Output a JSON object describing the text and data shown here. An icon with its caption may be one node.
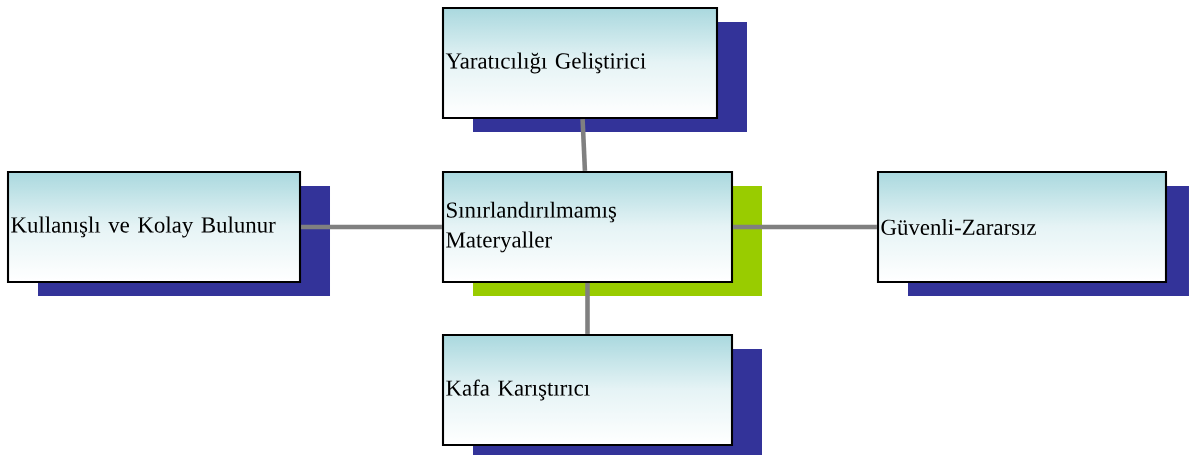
{
  "diagram": {
    "nodes": [
      {
        "text": [
          "Yaratıcılığı Geliştirici"
        ]
      },
      {
        "text": [
          "Kullanışlı ve Kolay Bulunur"
        ]
      },
      {
        "text": [
          "Sınırlandırılmamış Materyaller"
        ]
      },
      {
        "text": [
          "Güvenli-Zararsız"
        ]
      },
      {
        "text": [
          "Kafa Karıştırıcı"
        ]
      }
    ],
    "edges": [
      {
        "from": 2,
        "to": 0,
        "arrow": "none"
      },
      {
        "from": 2,
        "to": 1,
        "arrow": "none"
      },
      {
        "from": 2,
        "to": 3,
        "arrow": "none"
      },
      {
        "from": 2,
        "to": 4,
        "arrow": "none"
      }
    ]
  }
}
